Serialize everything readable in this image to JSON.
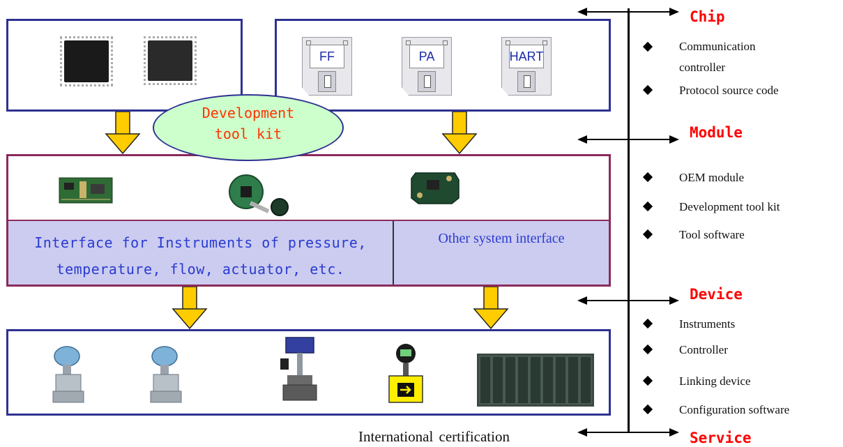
{
  "top_right_box": {
    "discs": [
      "FF",
      "PA",
      "HART"
    ]
  },
  "dev_kit_label": "Development tool kit",
  "interface": {
    "instruments": "Interface for Instruments of pressure, temperature, flow, actuator, etc.",
    "other": "Other system interface"
  },
  "footer_label": "International certification",
  "sidebar": {
    "sections": [
      {
        "title": "Chip",
        "items": [
          "Communication controller",
          "Protocol source code"
        ]
      },
      {
        "title": "Module",
        "items": [
          "OEM module",
          "Development tool kit",
          "Tool software"
        ]
      },
      {
        "title": "Device",
        "items": [
          "Instruments",
          "Controller",
          "Linking device",
          "Configuration software"
        ]
      },
      {
        "title": "Service",
        "items": []
      }
    ]
  },
  "colors": {
    "box_border": "#2e3192",
    "module_border": "#8b2a5a",
    "arrow_fill": "#ffcc00",
    "section_title": "#ff0000",
    "interface_fill": "#ccccf0",
    "ellipse_fill": "#ccffcc"
  },
  "icons": [
    "chip-icon",
    "floppy-disk-icon",
    "pcb-module-icon",
    "pressure-transmitter-icon",
    "control-valve-icon",
    "flowmeter-icon",
    "plc-rack-icon",
    "down-arrow-icon",
    "double-arrow-icon",
    "diamond-bullet-icon"
  ]
}
